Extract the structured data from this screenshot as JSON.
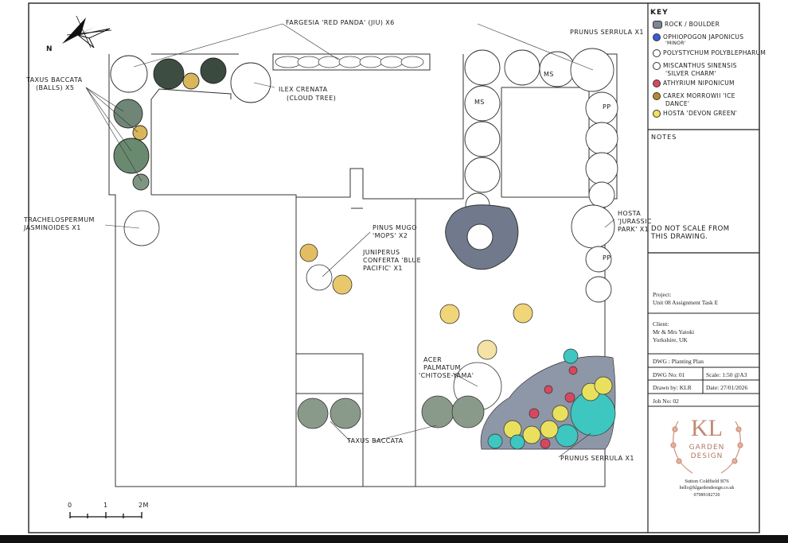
{
  "key": {
    "title": "KEY",
    "items": [
      {
        "label": "Rock / Boulder",
        "color": "#7d8494",
        "shape": "rock"
      },
      {
        "label": "Ophiopogon japonicus",
        "sub": "'Minor'",
        "color": "#3a5bd9",
        "shape": "dot"
      },
      {
        "label": "Polystychum polyblepharum",
        "color": "#ffffff",
        "shape": "ring-P"
      },
      {
        "label": "Miscanthus sinensis",
        "sub": "'Silver Charm'",
        "color": "#ffffff",
        "shape": "ring-M"
      },
      {
        "label": "Athyrium niponicum",
        "color": "#d9475f",
        "shape": "dot"
      },
      {
        "label": "Carex morrowii 'Ice",
        "sub": "Dance'",
        "color": "#b88a2e",
        "shape": "dot"
      },
      {
        "label": "Hosta 'Devon Green'",
        "color": "#f0e05a",
        "shape": "dot"
      }
    ]
  },
  "notes": {
    "title": "NOTES",
    "text_line1": "DO NOT SCALE FROM",
    "text_line2": "THIS DRAWING."
  },
  "title_block": {
    "project_label": "Project:",
    "project": "Unit 08 Assignment Task E",
    "client_label": "Client:",
    "client": "Mr & Mrs Yatoki",
    "client_location": "Yorkshire, UK",
    "dwg": "DWG : Planting Plan",
    "dwg_no": "DWG No: 01",
    "scale": "Scale: 1:50 @A3",
    "drawn_by": "Drawn by: KLR",
    "date": "Date: 27/01/2026",
    "job_no": "Job No: 02",
    "logo_letters": "KL",
    "logo_line1": "GARDEN",
    "logo_line2": "DESIGN",
    "address": "Sutton Coldfield B76",
    "email": "hello@klgardendesign.co.uk",
    "phone": "07989182720"
  },
  "plan_labels": {
    "fargesia": "Fargesia 'Red Panda' (Jiu) x6",
    "prunus_top": "Prunus serrula x1",
    "taxus_balls_1": "Taxus baccata",
    "taxus_balls_2": "(balls) x5",
    "ilex_1": "Ilex crenata",
    "ilex_2": "(cloud tree)",
    "trachelo_1": "Trachelospermum",
    "trachelo_2": "jasminoides x1",
    "pinus_1": "Pinus mugo",
    "pinus_2": "'Mops' x2",
    "juniperus_1": "Juniperus",
    "juniperus_2": "conferta 'Blue",
    "juniperus_3": "Pacific' x1",
    "hosta_1": "Hosta",
    "hosta_2": "'Jurassic",
    "hosta_3": "Park' x1",
    "acer_1": "Acer",
    "acer_2": "palmatum",
    "acer_3": "'Chitose-Yama'",
    "taxus_bottom": "Taxus baccata",
    "prunus_bottom": "Prunus serrula x1",
    "ms_top": "MS",
    "ms_left": "MS",
    "pp_1": "PP",
    "pp_2": "PP",
    "north": "N"
  },
  "scale_bar": {
    "tick0": "0",
    "tick1": "1",
    "tick2": "2m"
  }
}
